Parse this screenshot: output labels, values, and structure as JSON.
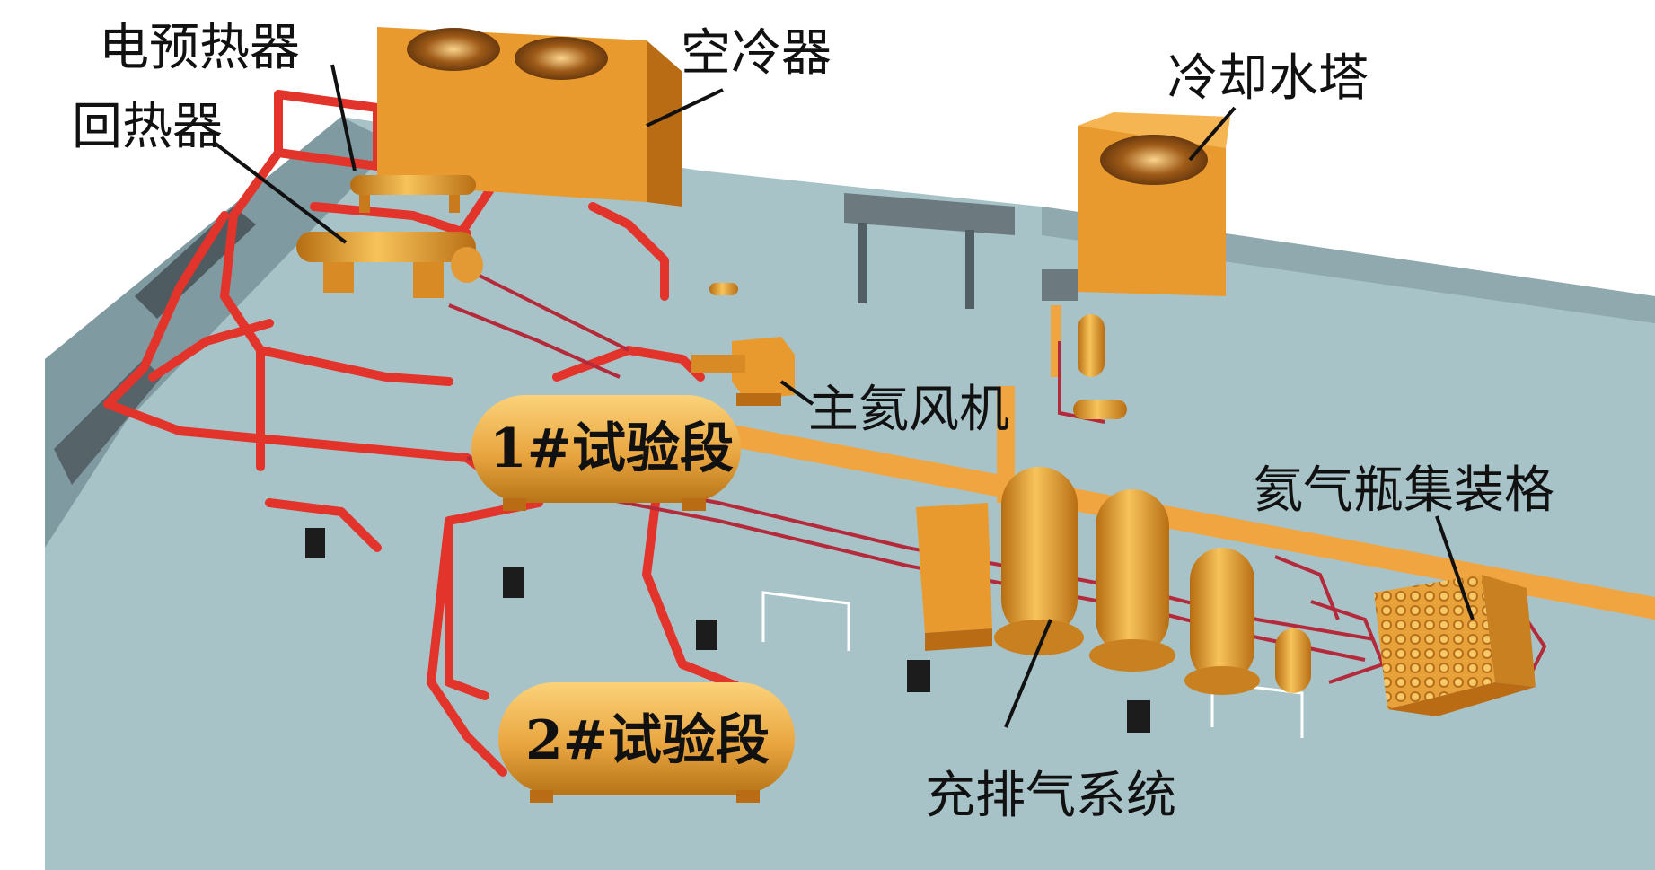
{
  "labels": {
    "electric_preheater": "电预热器",
    "air_cooler": "空冷器",
    "regenerator": "回热器",
    "cooling_tower": "冷却水塔",
    "main_fan": "主氦风机",
    "test_section_1": "1#试验段",
    "test_section_2": "2#试验段",
    "helium_cylinder_rack": "氦气瓶集装格",
    "charge_discharge_system": "充排气系统"
  },
  "colors": {
    "floor": "#a7c3c8",
    "floor_edge": "#7f9aa0",
    "pipe_main": "#e2342a",
    "pipe_thin": "#b42a3a",
    "equipment_orange": "#f2a33a",
    "equipment_dark": "#c97a1c",
    "vessel_gold": "#e9a640",
    "walkway": "#f1a540",
    "wall_grey": "#6c7a80"
  }
}
